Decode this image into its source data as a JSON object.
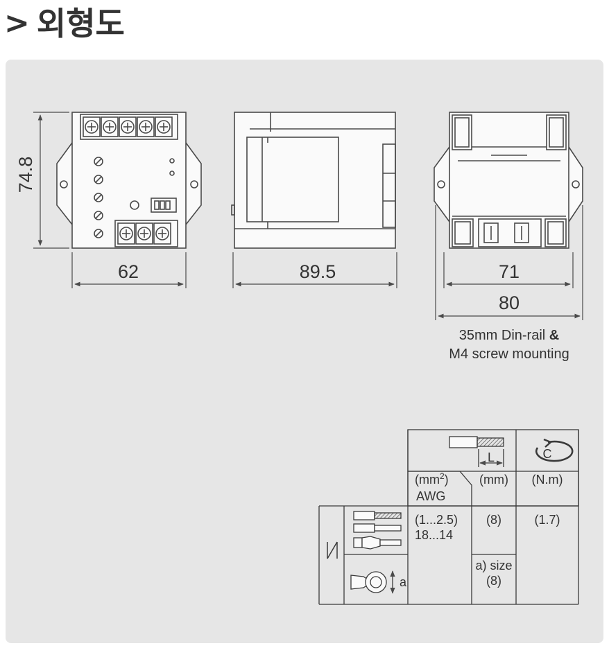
{
  "header": {
    "title": "외형도",
    "chevron": "chevron-right-icon"
  },
  "dimensions": {
    "height": "74.8",
    "front_width": "62",
    "side_depth": "89.5",
    "rail_width": "71",
    "total_width": "80"
  },
  "mounting": {
    "line1_text": "35mm Din-rail ",
    "line1_amp": "&",
    "line2": "M4 screw mounting"
  },
  "table": {
    "col_area_unit_line1": "(mm",
    "col_area_unit_sup": "2",
    "col_area_unit_line1_end": ")",
    "col_area_unit_line2": "AWG",
    "col_strip_unit": "(mm)",
    "col_strip_label": "L",
    "col_torque_unit": "(N.m)",
    "torque_icon_label": "C",
    "wire_area": "(1...2.5)",
    "wire_awg": "18...14",
    "strip_length": "(8)",
    "torque": "(1.7)",
    "lug_label_line1": "a) size",
    "lug_label_line2": "(8)",
    "lug_dim_label": "a"
  },
  "colors": {
    "panel": "#e6e6e6",
    "line": "#4a4a4a",
    "text": "#333333",
    "device_body": "#fafafa"
  }
}
